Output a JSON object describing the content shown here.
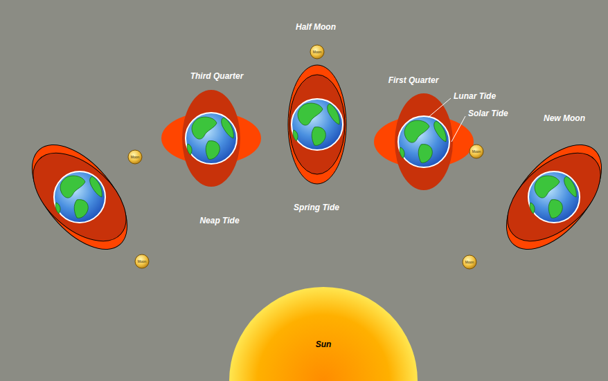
{
  "diagram": {
    "nodes": [
      {
        "text": [
          "Moon"
        ]
      },
      {
        "text": [
          "Moon"
        ]
      },
      {
        "text": [
          "Moon"
        ]
      },
      {
        "text": [
          "Moon"
        ]
      },
      {
        "text": [
          "Moon"
        ]
      },
      {
        "text": [
          "Sun"
        ]
      }
    ],
    "labels": [
      "Half Moon",
      "Third Quarter",
      "First Quarter",
      "Lunar Tide",
      "Solar Tide",
      "New Moon",
      "Neap Tide",
      "Spring Tide"
    ]
  }
}
